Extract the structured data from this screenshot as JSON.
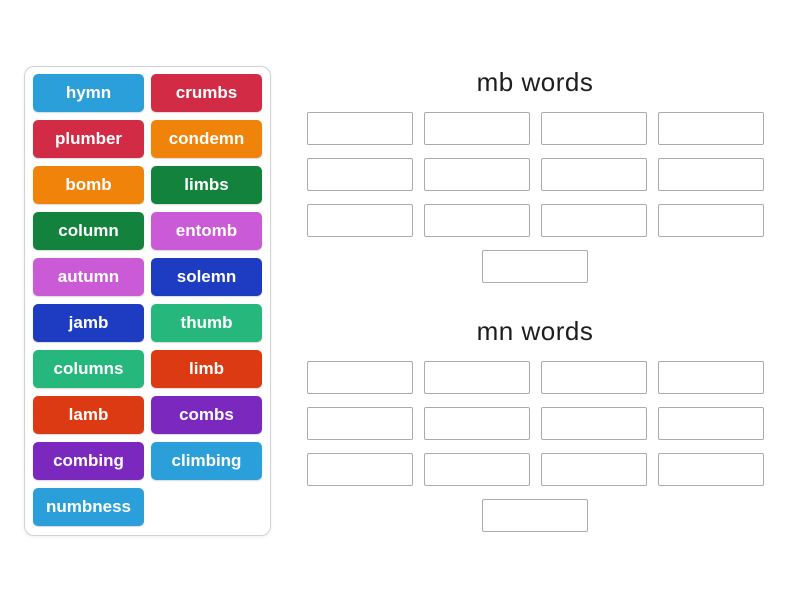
{
  "activity": {
    "type_label": "group-sort",
    "background_color": "#ffffff",
    "slot_border_color": "#ababab",
    "panel_border_color": "#d2d2d2"
  },
  "word_bank": {
    "tiles": [
      {
        "label": "hymn",
        "color": "#2b9fda"
      },
      {
        "label": "crumbs",
        "color": "#d22b45"
      },
      {
        "label": "plumber",
        "color": "#d22b45"
      },
      {
        "label": "condemn",
        "color": "#f0840a"
      },
      {
        "label": "bomb",
        "color": "#f0840a"
      },
      {
        "label": "limbs",
        "color": "#12823c"
      },
      {
        "label": "column",
        "color": "#12823c"
      },
      {
        "label": "entomb",
        "color": "#cb5ad6"
      },
      {
        "label": "autumn",
        "color": "#cb5ad6"
      },
      {
        "label": "solemn",
        "color": "#1e3cc2"
      },
      {
        "label": "jamb",
        "color": "#1e3cc2"
      },
      {
        "label": "thumb",
        "color": "#26b77d"
      },
      {
        "label": "columns",
        "color": "#26b77d"
      },
      {
        "label": "limb",
        "color": "#dc3a13"
      },
      {
        "label": "lamb",
        "color": "#dc3a13"
      },
      {
        "label": "combs",
        "color": "#7a28bd"
      },
      {
        "label": "combing",
        "color": "#7a28bd"
      },
      {
        "label": "climbing",
        "color": "#2b9fda"
      },
      {
        "label": "numbness",
        "color": "#2b9fda"
      }
    ]
  },
  "groups": [
    {
      "title": "mb words",
      "slot_count": 13
    },
    {
      "title": "mn words",
      "slot_count": 13
    }
  ]
}
